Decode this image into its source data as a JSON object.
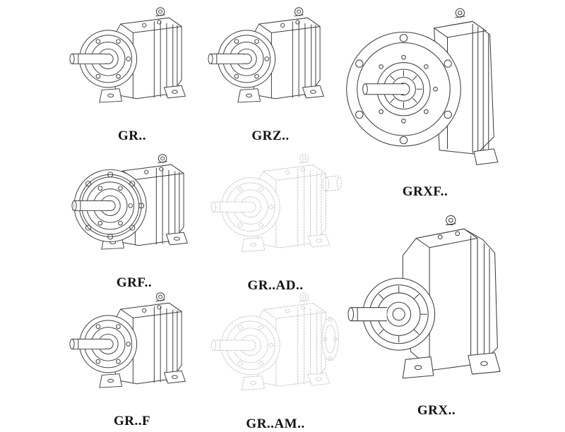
{
  "page": {
    "title": "Helical gear reducer series line drawings",
    "background": "#ffffff",
    "colors": {
      "line": "#3c3c3c",
      "phantom": "#c8c8c8",
      "label": "#111111"
    }
  },
  "products": [
    {
      "id": "gr",
      "label": "GR..",
      "drawing": "foot-mounted-inline-gearbox",
      "style": "solid"
    },
    {
      "id": "grz",
      "label": "GRZ..",
      "drawing": "foot-mounted-inline-gearbox",
      "style": "solid"
    },
    {
      "id": "grxf",
      "label": "GRXF..",
      "drawing": "front-flange-mounted-gearbox",
      "style": "solid"
    },
    {
      "id": "grf",
      "label": "GRF..",
      "drawing": "flange-and-foot-inline-gearbox",
      "style": "solid"
    },
    {
      "id": "grad",
      "label": "GR..AD..",
      "drawing": "inline-gearbox-with-input-adapter",
      "style": "phantom"
    },
    {
      "id": "grff",
      "label": "GR..F",
      "drawing": "foot-mounted-inline-gearbox",
      "style": "solid"
    },
    {
      "id": "gram",
      "label": "GR..AM..",
      "drawing": "inline-gearbox-with-motor-flange",
      "style": "phantom"
    },
    {
      "id": "grx",
      "label": "GRX..",
      "drawing": "large-foot-mounted-gearbox",
      "style": "solid"
    }
  ]
}
